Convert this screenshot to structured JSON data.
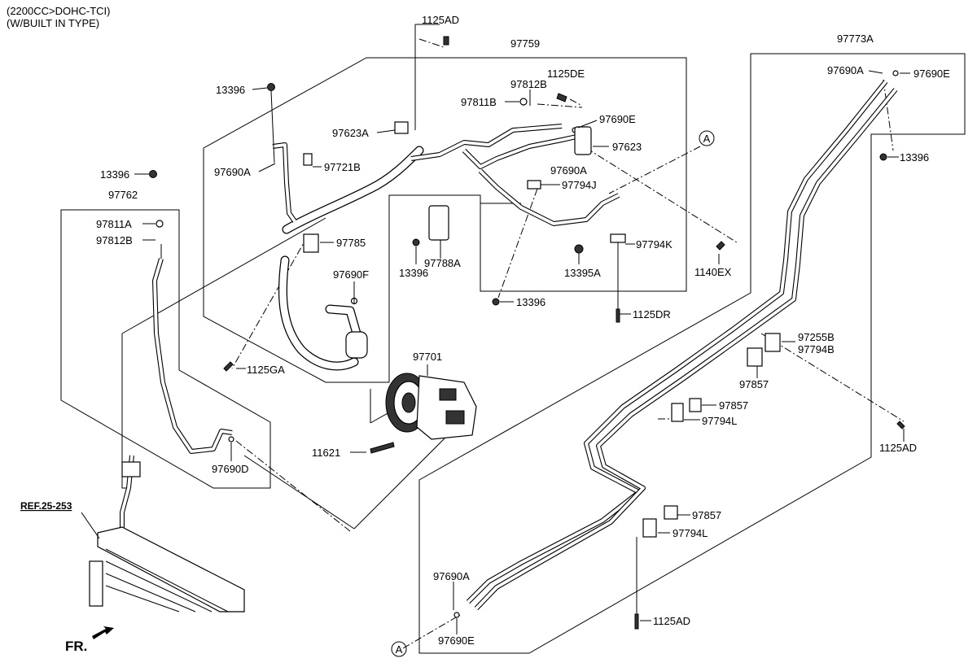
{
  "header": {
    "line1": "(2200CC>DOHC-TCI)",
    "line2": "(W/BUILT IN TYPE)"
  },
  "ref": "REF.25-253",
  "fr": "FR.",
  "view_marker": "A",
  "labels": {
    "p1125AD_top": "1125AD",
    "p97759": "97759",
    "p1125DE": "1125DE",
    "p97812B_a": "97812B",
    "p97811B": "97811B",
    "p97690E_a": "97690E",
    "p97623A": "97623A",
    "p97623": "97623",
    "p13396_a": "13396",
    "p97690A_a": "97690A",
    "p97721B": "97721B",
    "p97690A_b": "97690A",
    "p97794J": "97794J",
    "p97785": "97785",
    "p97788A": "97788A",
    "p13396_b": "13396",
    "p13395A": "13395A",
    "p97794K": "97794K",
    "p1140EX": "1140EX",
    "p97690F": "97690F",
    "p13396_c": "13396",
    "p1125DR": "1125DR",
    "p1125GA": "1125GA",
    "p97701": "97701",
    "p11621": "11621",
    "p13396_d": "13396",
    "p97762": "97762",
    "p97811A": "97811A",
    "p97812B_b": "97812B",
    "p97690D": "97690D",
    "p97773A": "97773A",
    "p97690A_c": "97690A",
    "p97690E_b": "97690E",
    "p13396_e": "13396",
    "p97255B": "97255B",
    "p97794B": "97794B",
    "p97857_a": "97857",
    "p97857_b": "97857",
    "p97794L_a": "97794L",
    "p1125AD_r": "1125AD",
    "p97857_c": "97857",
    "p97794L_b": "97794L",
    "p97690A_d": "97690A",
    "p97690E_c": "97690E",
    "p1125AD_b": "1125AD"
  }
}
